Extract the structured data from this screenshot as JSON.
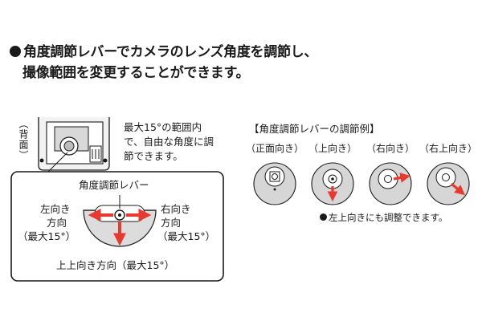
{
  "headline": {
    "line1": "角度調節レバーでカメラのレンズ角度を調節し、",
    "line2": "撮像範囲を変更することができます。"
  },
  "back_label": "（背面）",
  "description": {
    "line1": "最大15°の範囲内",
    "line2": "で、自由な角度に調",
    "line3": "節できます。"
  },
  "detail": {
    "lever_label": "角度調節レバー",
    "left_label_1": "左向き",
    "left_label_2": "方向",
    "left_label_3": "（最大15°）",
    "right_label_1": "右向き",
    "right_label_2": "方向",
    "right_label_3": "（最大15°）",
    "bottom_label": "上上向き方向（最大15°）"
  },
  "examples": {
    "title": "【角度調節レバーの調節例】",
    "items": [
      {
        "label": "（正面向き）",
        "direction": "none"
      },
      {
        "label": "（上向き）",
        "direction": "down"
      },
      {
        "label": "（右向き）",
        "direction": "right"
      },
      {
        "label": "（右上向き）",
        "direction": "down-right"
      }
    ],
    "note": "左上向きにも調整できます。"
  },
  "colors": {
    "arrow": "#e8392f",
    "disc_gray": "#d6d6d6",
    "panel_gray": "#e3e3e3",
    "ink": "#1a1a1a"
  }
}
